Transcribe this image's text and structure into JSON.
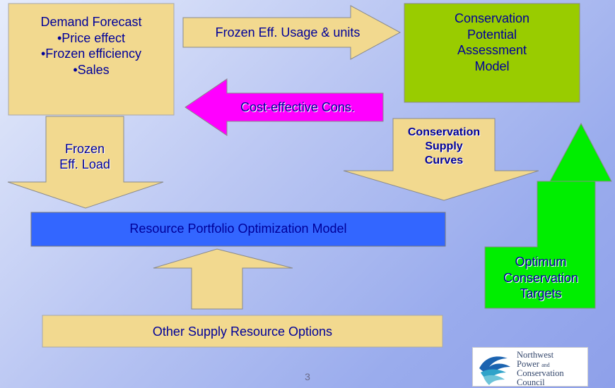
{
  "demand_forecast": {
    "title": "Demand Forecast",
    "bullets": [
      "•Price effect",
      "•Frozen efficiency",
      "•Sales"
    ]
  },
  "arrow_frozen_usage": {
    "label": "Frozen Eff. Usage & units"
  },
  "conservation_model": {
    "lines": [
      "Conservation",
      "Potential",
      "Assessment",
      "Model"
    ]
  },
  "arrow_cost_effective": {
    "label": "Cost-effective Cons."
  },
  "arrow_frozen_load": {
    "lines": [
      "Frozen",
      "Eff. Load"
    ]
  },
  "arrow_supply_curves": {
    "lines": [
      "Conservation",
      "Supply",
      "Curves"
    ]
  },
  "optimization_model": {
    "label": "Resource Portfolio Optimization Model"
  },
  "arrow_optimum_targets": {
    "lines": [
      "Optimum",
      "Conservation",
      "Targets"
    ]
  },
  "other_supply": {
    "label": "Other Supply Resource Options"
  },
  "page_number": "3",
  "logo": {
    "line1": "Northwest",
    "line2": "Power",
    "line2_small": "and",
    "line3": "Conservation",
    "line4": "Council"
  },
  "colors": {
    "tan": "#f2d98f",
    "green_box": "#99cc00",
    "magenta": "#ff00ff",
    "blue_box": "#3366ff",
    "bright_green": "#00ee00",
    "navy_text": "#000099"
  }
}
